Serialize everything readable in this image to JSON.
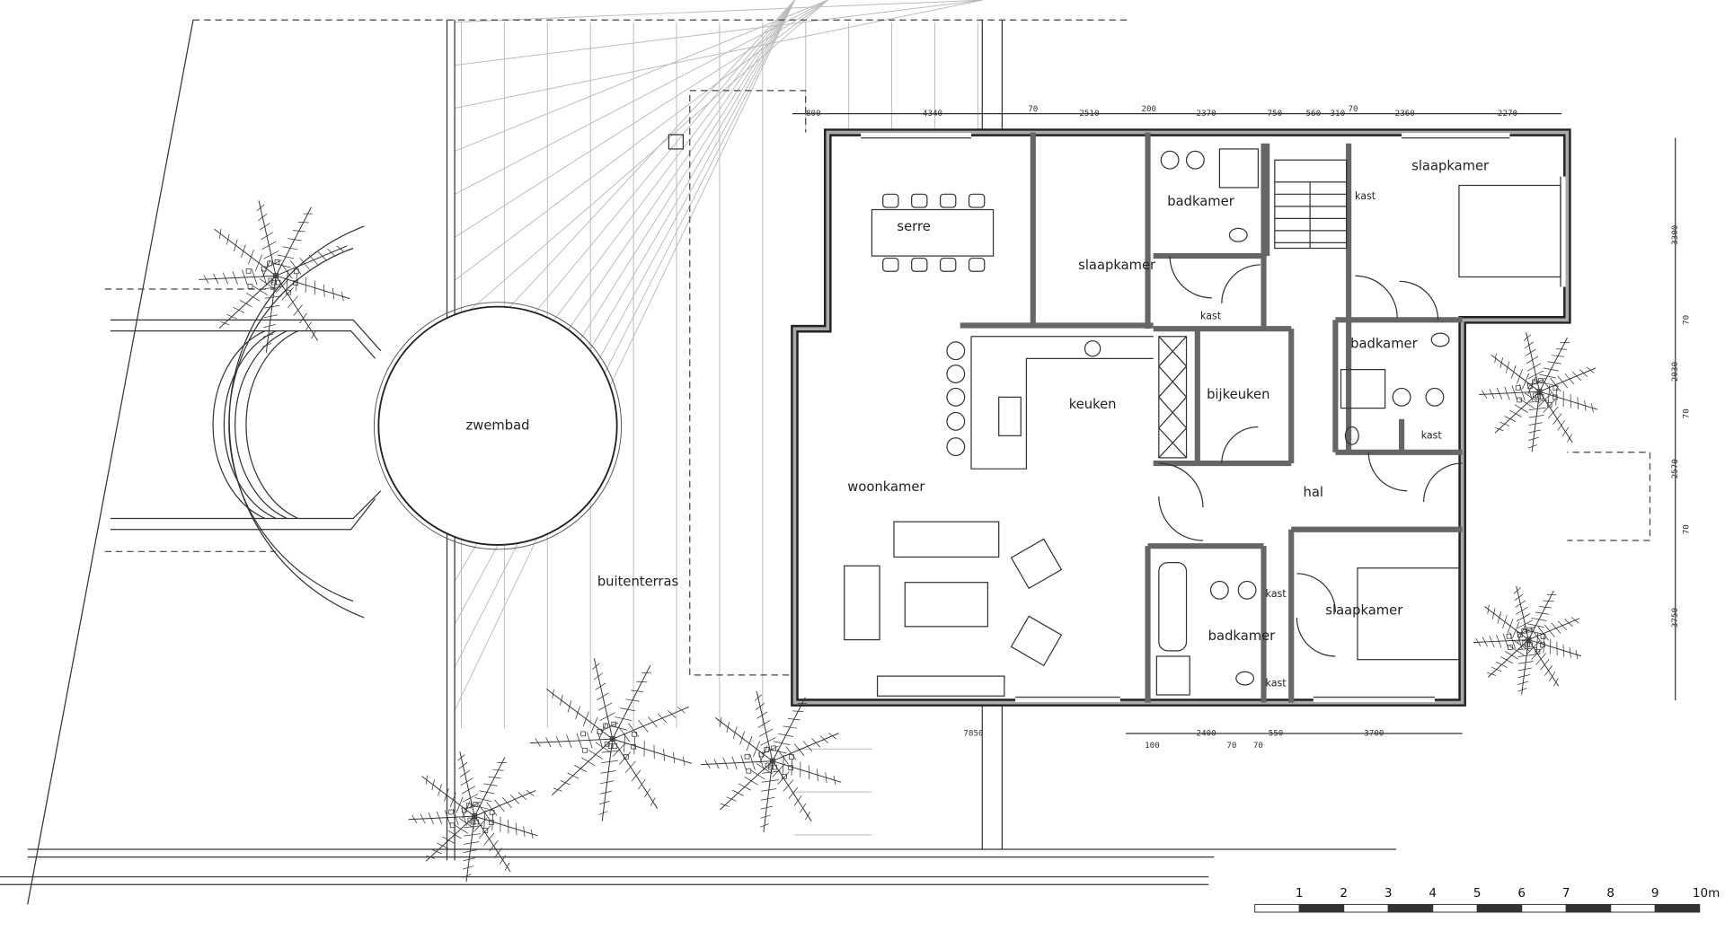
{
  "rooms": {
    "serre": "serre",
    "slaapkamer_1": "slaapkamer",
    "badkamer_1": "badkamer",
    "slaapkamer_2": "slaapkamer",
    "kast_1": "kast",
    "kast_2": "kast",
    "badkamer_2": "badkamer",
    "kast_3": "kast",
    "keuken": "keuken",
    "bijkeuken": "bijkeuken",
    "woonkamer": "woonkamer",
    "hal": "hal",
    "kast_4": "kast",
    "slaapkamer_3": "slaapkamer",
    "badkamer_3": "badkamer",
    "kast_5": "kast",
    "zwembad": "zwembad",
    "buitenterras": "buitenterras"
  },
  "dimensions": {
    "top": [
      "800",
      "4340",
      "70",
      "2510",
      "200",
      "2370",
      "750",
      "560",
      "310",
      "70",
      "2360",
      "2270"
    ],
    "bottom": [
      "7850",
      "2400",
      "550",
      "3700"
    ],
    "bottom_small": [
      "100",
      "70",
      "70"
    ],
    "right": [
      "3300",
      "70",
      "2030",
      "70",
      "2570",
      "70",
      "3750"
    ]
  },
  "scale_bar": {
    "labels": [
      "1",
      "2",
      "3",
      "4",
      "5",
      "6",
      "7",
      "8",
      "9",
      "10m"
    ],
    "colors": {
      "dark": "#333333",
      "light": "#ffffff"
    }
  }
}
